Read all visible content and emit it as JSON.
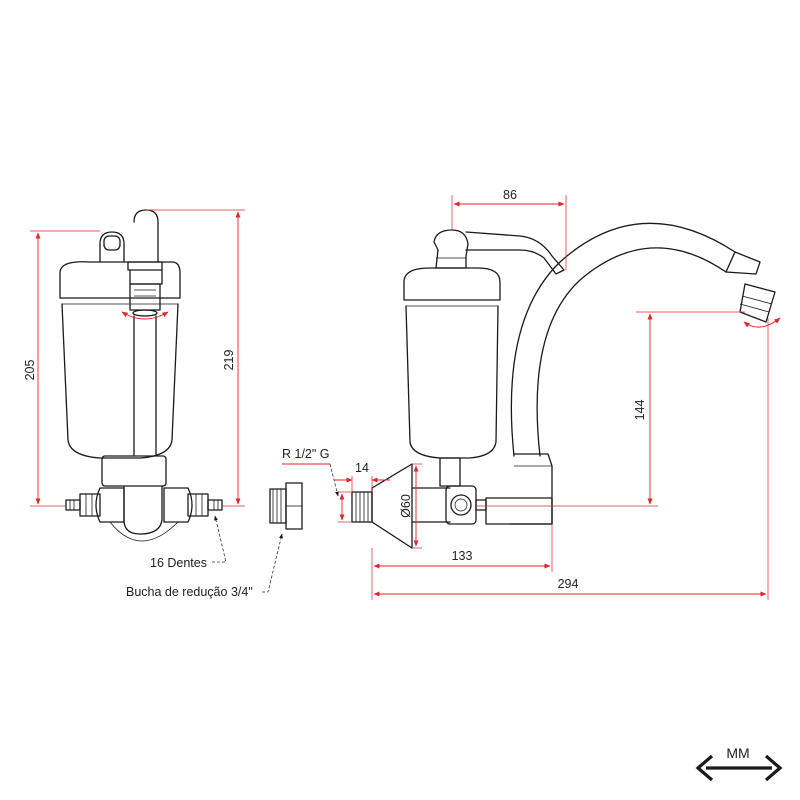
{
  "dimensions": {
    "front_height": "205",
    "front_total_height": "219",
    "spout_length": "86",
    "spout_drop": "144",
    "thread_length": "14",
    "flange_diameter": "Ø60",
    "base_to_outlet": "133",
    "total_length": "294"
  },
  "callouts": {
    "thread_spec": "R 1/2\" G",
    "teeth": "16 Dentes",
    "bushing": "Bucha de redução 3/4\""
  },
  "unit_badge": {
    "label": "MM"
  },
  "colors": {
    "dimension_lines": "#e0252b",
    "outline": "#1a1a1a"
  },
  "icons": {
    "rotation_marker": "rotation-arrow-icon",
    "unit_indicator": "double-arrow-icon"
  }
}
